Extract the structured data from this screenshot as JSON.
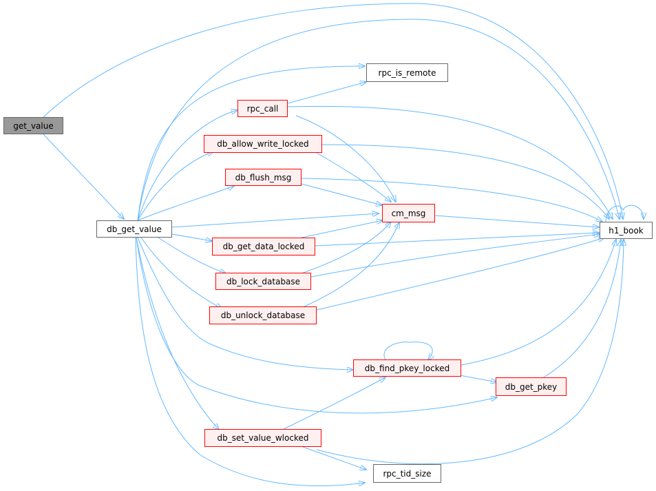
{
  "nodes": {
    "get_value": "get_value",
    "db_get_value": "db_get_value",
    "rpc_is_remote": "rpc_is_remote",
    "rpc_call": "rpc_call",
    "db_allow_write_locked": "db_allow_write_locked",
    "db_flush_msg": "db_flush_msg",
    "cm_msg": "cm_msg",
    "h1_book": "h1_book",
    "db_get_data_locked": "db_get_data_locked",
    "db_lock_database": "db_lock_database",
    "db_unlock_database": "db_unlock_database",
    "db_find_pkey_locked": "db_find_pkey_locked",
    "db_get_pkey": "db_get_pkey",
    "db_set_value_wlocked": "db_set_value_wlocked",
    "rpc_tid_size": "rpc_tid_size"
  },
  "colors": {
    "edge": "#63b8ff",
    "current_fill": "#999999",
    "truncated_border": "#ff0000",
    "truncated_fill": "#fff0f0",
    "normal_border": "#666666"
  }
}
